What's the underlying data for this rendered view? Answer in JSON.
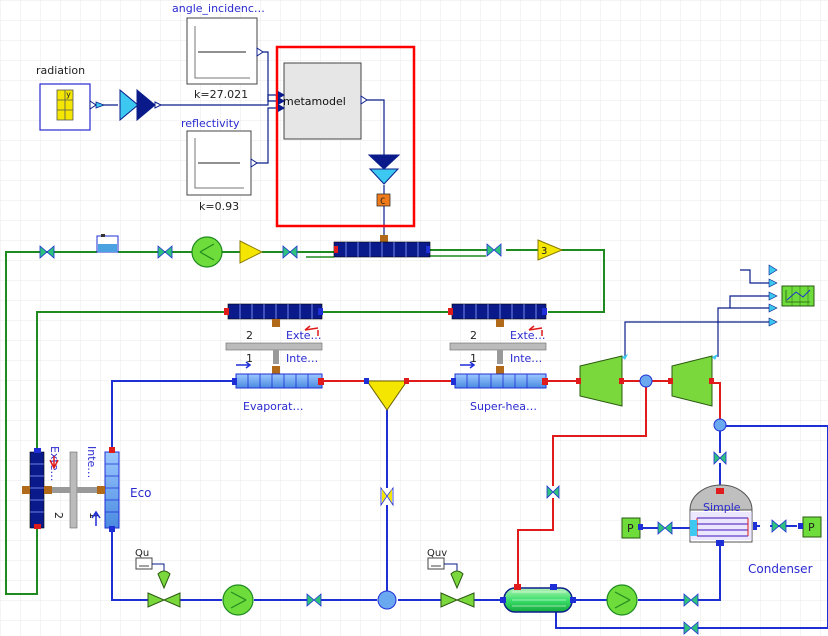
{
  "labels": {
    "angle": "angle_incidenc…",
    "angle_k": "k=27.021",
    "radiation": "radiation",
    "reflectivity": "reflectivity",
    "refl_k": "k=0.93",
    "metamodel": "metamodel",
    "c_tag": "C",
    "gain3": "3",
    "ext_left": "Exte…",
    "int_left": "Inte…",
    "num2_left": "2",
    "num1_left": "1",
    "ext_right": "Exte…",
    "int_right": "Inte…",
    "num2_right": "2",
    "num1_right": "1",
    "evaporator": "Evaporat…",
    "superheater": "Super-hea…",
    "ext_eco": "Exte…",
    "int_eco": "Inte…",
    "num2_eco": "2",
    "num1_eco": "1",
    "eco": "Eco",
    "qu_left": "Qu",
    "quv_right": "Quv",
    "simple": "Simple",
    "condenser": "Condenser",
    "p_left": "P",
    "p_right": "P"
  },
  "colors": {
    "grid": "#e6e6e6",
    "thermal_green": "#1f8a1f",
    "water_blue": "#1f2fd6",
    "steam_red": "#e01b1b",
    "signal_blue": "#0b1e8a",
    "highlight_red": "#ff0000",
    "label_blue": "#2a2ad0",
    "pump_green": "#6edc3a",
    "turbine_green": "#7ad83c",
    "dark_navy": "#0a1a8a",
    "yellow": "#f4e600"
  }
}
